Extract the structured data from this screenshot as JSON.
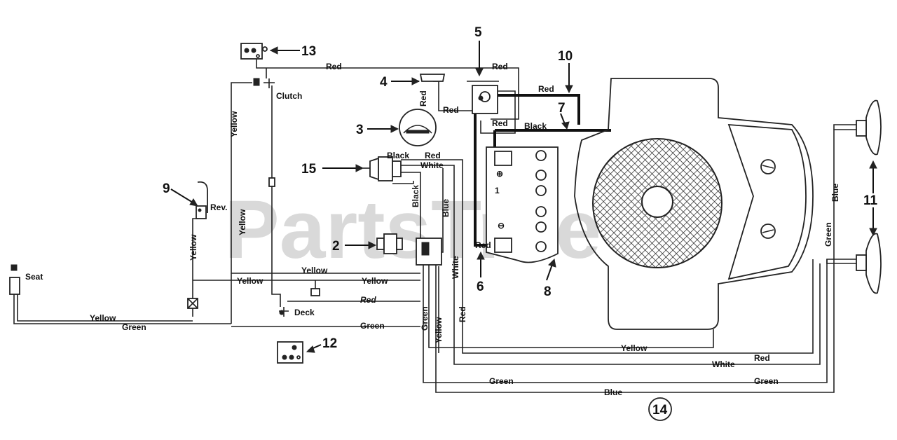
{
  "watermark": "PartsTree",
  "callouts": {
    "n2": "2",
    "n3": "3",
    "n4": "4",
    "n5": "5",
    "n6": "6",
    "n7": "7",
    "n8": "8",
    "n9": "9",
    "n10": "10",
    "n11": "11",
    "n12": "12",
    "n13": "13",
    "n14": "14",
    "n15": "15"
  },
  "components": {
    "seat": "Seat",
    "clutch": "Clutch",
    "rev": "Rev.",
    "deck": "Deck"
  },
  "wires": {
    "red_top": "Red",
    "red_top2": "Red",
    "red_sol": "Red",
    "red_4": "Red",
    "red_inner": "Red",
    "red_10": "Red",
    "black_7": "Black",
    "black_15": "Black",
    "red_15": "Red",
    "white_15": "White",
    "black_vert": "Black",
    "blue_vert": "Blue",
    "white_vert": "White",
    "red_vert": "Red",
    "red_6": "Red",
    "yellow_left_vert": "Yellow",
    "yellow_left_vert2": "Yellow",
    "yellow_9": "Yellow",
    "yellow_h1": "Yellow",
    "yellow_h2": "Yellow",
    "yellow_h3": "Yellow",
    "red_deck": "Red",
    "yellow_seat": "Yellow",
    "green_seat": "Green",
    "green_mid": "Green",
    "green_vert": "Green",
    "yellow_vert2": "Yellow",
    "yellow_bottom": "Yellow",
    "red_bottom": "Red",
    "white_bottom": "White",
    "green_bottom1": "Green",
    "green_bottom2": "Green",
    "blue_bottom": "Blue",
    "blue_right": "Blue",
    "green_right": "Green"
  }
}
